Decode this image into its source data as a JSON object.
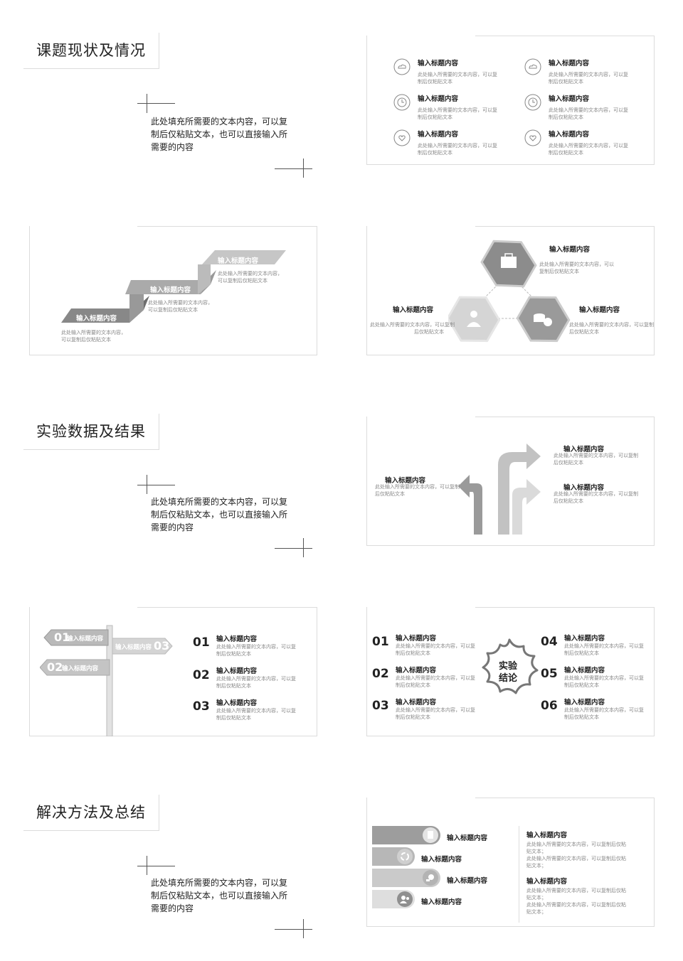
{
  "sections": [
    {
      "title": "课题现状及情况",
      "intro": "此处填充所需要的文本内容，可以复制后仅粘贴文本，也可以直接输入所需要的内容"
    },
    {
      "title": "实验数据及结果",
      "intro": "此处填充所需要的文本内容，可以复制后仅粘贴文本，也可以直接输入所需要的内容"
    },
    {
      "title": "解决方法及总结",
      "intro": "此处填充所需要的文本内容，可以复制后仅粘贴文本，也可以直接输入所需要的内容"
    }
  ],
  "icon_grid": {
    "items": [
      {
        "icon": "cloud-icon",
        "title": "输入标题内容",
        "desc": "此处输入所需要的文本内容，可以复制后仅粘贴文本"
      },
      {
        "icon": "cloud-icon",
        "title": "输入标题内容",
        "desc": "此处输入所需要的文本内容，可以复制后仅粘贴文本"
      },
      {
        "icon": "clock-icon",
        "title": "输入标题内容",
        "desc": "此处输入所需要的文本内容，可以复制后仅粘贴文本"
      },
      {
        "icon": "clock-icon",
        "title": "输入标题内容",
        "desc": "此处输入所需要的文本内容，可以复制后仅粘贴文本"
      },
      {
        "icon": "heart-icon",
        "title": "输入标题内容",
        "desc": "此处输入所需要的文本内容，可以复制后仅粘贴文本"
      },
      {
        "icon": "heart-icon",
        "title": "输入标题内容",
        "desc": "此处输入所需要的文本内容，可以复制后仅粘贴文本"
      }
    ]
  },
  "stairs": {
    "steps": [
      {
        "title": "输入标题内容",
        "desc1": "此处输入所需要的文本内容，",
        "desc2": "可以复制后仅粘贴文本"
      },
      {
        "title": "输入标题内容",
        "desc1": "此处输入所需要的文本内容，",
        "desc2": "可以复制后仅粘贴文本"
      },
      {
        "title": "输入标题内容",
        "desc1": "此处输入所需要的文本内容，",
        "desc2": "可以复制后仅粘贴文本"
      }
    ]
  },
  "hexagons": {
    "items": [
      {
        "icon": "briefcase-icon",
        "title": "输入标题内容",
        "desc1": "此处输入所需要的文本内容，可以",
        "desc2": "复制后仅粘贴文本"
      },
      {
        "icon": "person-icon",
        "title": "输入标题内容",
        "desc1": "此处输入所需要的文本内容，可以复制",
        "desc2": "后仅粘贴文本"
      },
      {
        "icon": "coins-icon",
        "title": "输入标题内容",
        "desc1": "此处输入所需要的文本内容，可以复制",
        "desc2": "后仅粘贴文本"
      }
    ]
  },
  "arrows": {
    "left": {
      "title": "输入标题内容",
      "desc1": "此处输入所需要的文本内容，可以复制",
      "desc2": "后仅粘贴文本"
    },
    "right_top": {
      "title": "输入标题内容",
      "desc1": "此处输入所需要的文本内容，可以复制",
      "desc2": "后仅粘贴文本"
    },
    "right_bottom": {
      "title": "输入标题内容",
      "desc1": "此处输入所需要的文本内容，可以复制",
      "desc2": "后仅粘贴文本"
    }
  },
  "signpost": {
    "signs": [
      {
        "num": "01",
        "label": "输入标题内容"
      },
      {
        "num": "03",
        "label": "输入标题内容"
      },
      {
        "num": "02",
        "label": "输入标题内容"
      }
    ],
    "list": [
      {
        "num": "01",
        "title": "输入标题内容",
        "desc1": "此处输入所需要的文本内容，可以复",
        "desc2": "制后仅粘贴文本"
      },
      {
        "num": "02",
        "title": "输入标题内容",
        "desc1": "此处输入所需要的文本内容，可以复",
        "desc2": "制后仅粘贴文本"
      },
      {
        "num": "03",
        "title": "输入标题内容",
        "desc1": "此处输入所需要的文本内容，可以复",
        "desc2": "制后仅粘贴文本"
      }
    ]
  },
  "conclusion": {
    "center_line1": "实验",
    "center_line2": "结论",
    "items": [
      {
        "num": "01",
        "title": "输入标题内容",
        "desc1": "此处输入所需要的文本内容，可以复",
        "desc2": "制后仅粘贴文本"
      },
      {
        "num": "02",
        "title": "输入标题内容",
        "desc1": "此处输入所需要的文本内容，可以复",
        "desc2": "制后仅粘贴文本"
      },
      {
        "num": "03",
        "title": "输入标题内容",
        "desc1": "此处输入所需要的文本内容，可以复",
        "desc2": "制后仅粘贴文本"
      },
      {
        "num": "04",
        "title": "输入标题内容",
        "desc1": "此处输入所需要的文本内容，可以复",
        "desc2": "制后仅粘贴文本"
      },
      {
        "num": "05",
        "title": "输入标题内容",
        "desc1": "此处输入所需要的文本内容，可以复",
        "desc2": "制后仅粘贴文本"
      },
      {
        "num": "06",
        "title": "输入标题内容",
        "desc1": "此处输入所需要的文本内容，可以复",
        "desc2": "制后仅粘贴文本"
      }
    ]
  },
  "bars": {
    "items": [
      {
        "icon": "document-icon",
        "label": "输入标题内容"
      },
      {
        "icon": "refresh-icon",
        "label": "输入标题内容"
      },
      {
        "icon": "search-icon",
        "label": "输入标题内容"
      },
      {
        "icon": "users-icon",
        "label": "输入标题内容"
      }
    ],
    "notes": [
      {
        "title": "输入标题内容",
        "lines": [
          "此处输入所需要的文本内容，可以复制后仅粘",
          "贴文本；",
          "此处输入所需要的文本内容，可以复制后仅粘",
          "贴文本；"
        ]
      },
      {
        "title": "输入标题内容",
        "lines": [
          "此处输入所需要的文本内容，可以复制后仅粘",
          "贴文本；",
          "此处输入所需要的文本内容，可以复制后仅粘",
          "贴文本；"
        ]
      }
    ]
  }
}
